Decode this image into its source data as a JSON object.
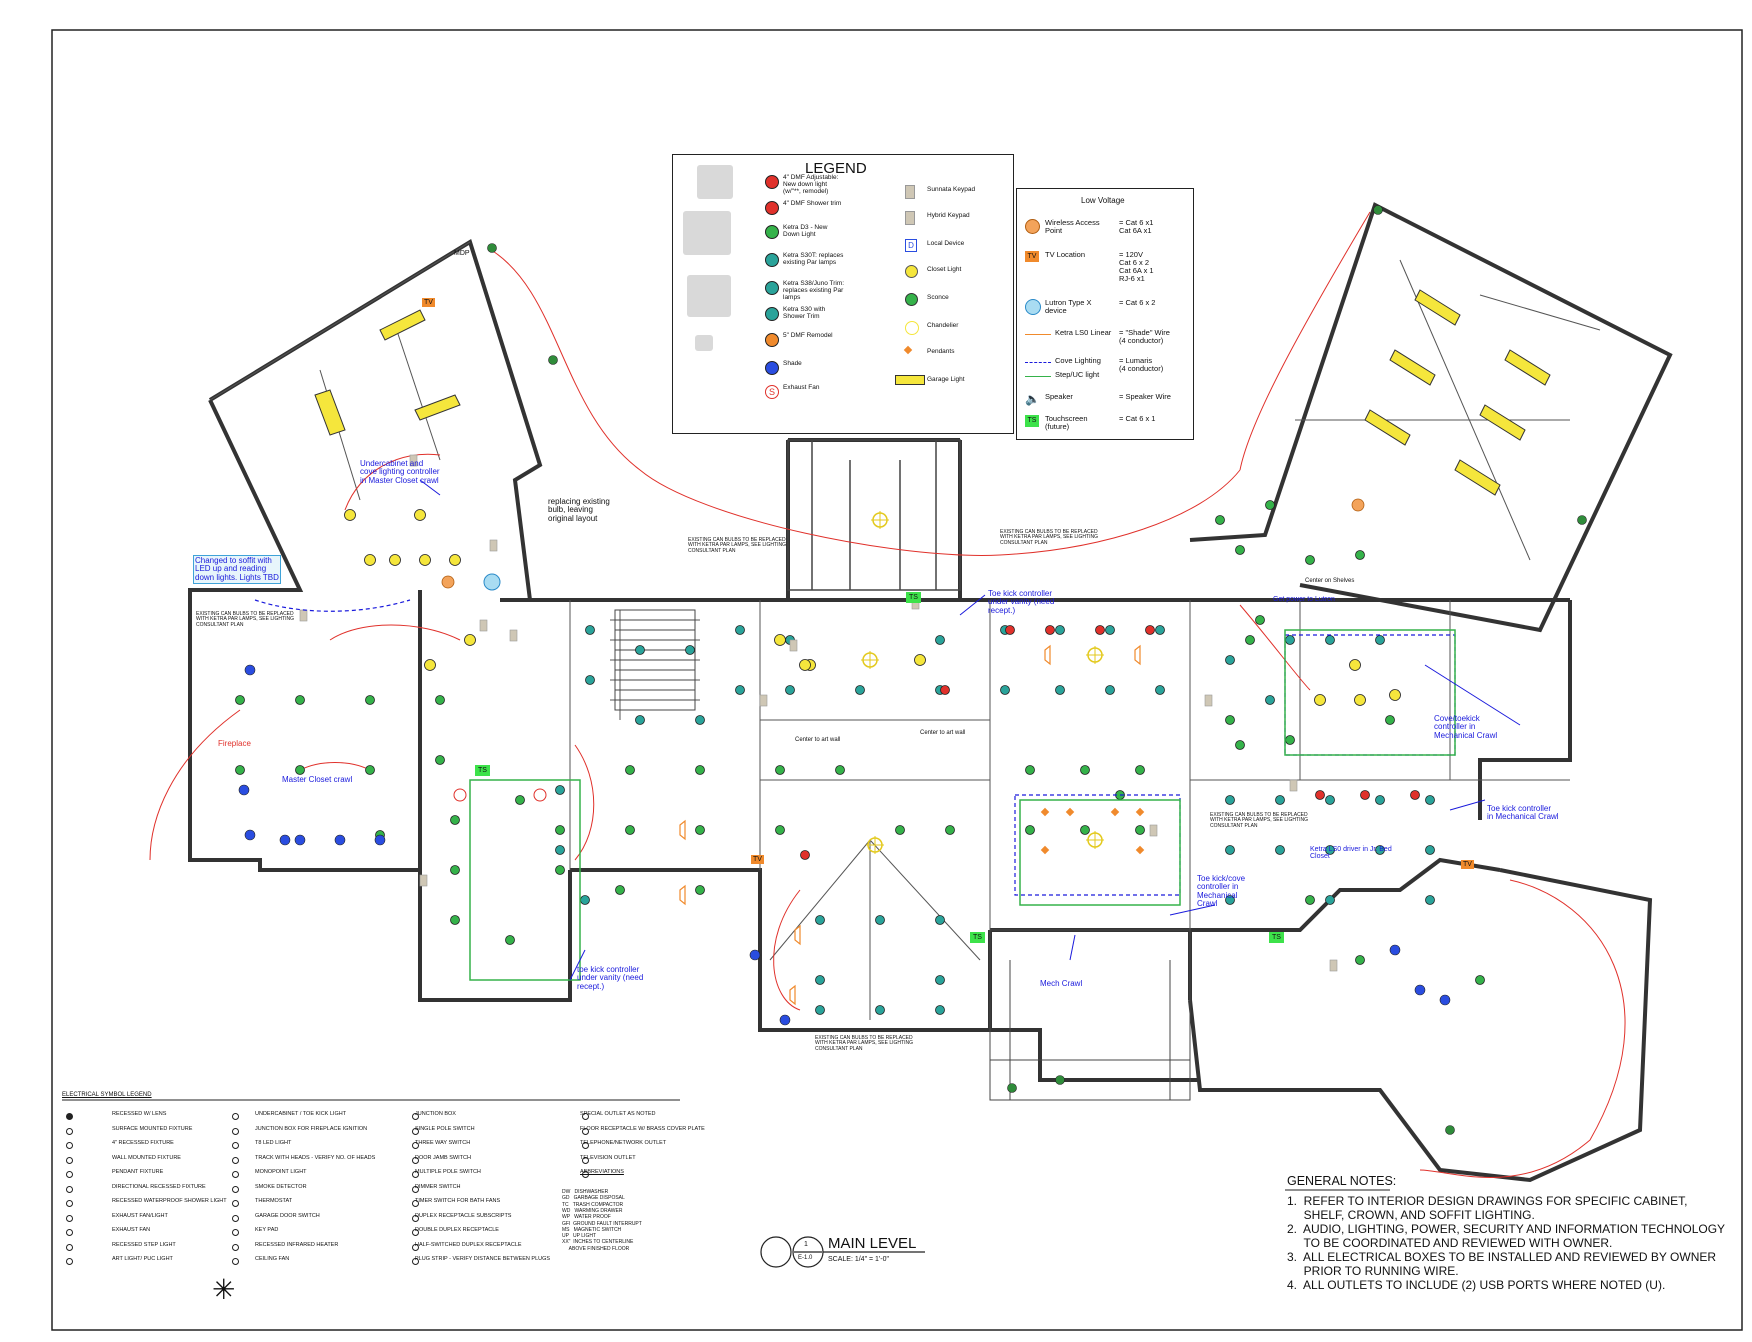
{
  "legend": {
    "title": "LEGEND",
    "left_items": [
      "4\" DMF Adjustable: New down light (w/\"**, remodel)",
      "4\" DMF Shower trim",
      "Ketra D3 - New Down Light",
      "Ketra S30T: replaces existing Par lamps",
      "Ketra S38/Juno Trim: replaces existing Par lamps",
      "Ketra S30 with Shower Trim",
      "5\" DMF Remodel",
      "Shade",
      "Exhaust Fan"
    ],
    "mid_items": [
      "Sunnata Keypad",
      "Hybrid Keypad",
      "Local Device",
      "Closet Light",
      "Sconce",
      "Chandelier",
      "Pendants",
      "Garage Light"
    ],
    "colors": {
      "red": "#e0312b",
      "green": "#35b24a",
      "teal": "#2aa39a",
      "orange": "#f08a2c",
      "yellow": "#f5e63c",
      "blue_note": "#1a1adc"
    }
  },
  "low_voltage": {
    "title": "Low Voltage",
    "rows": [
      {
        "label": "Wireless Access Point",
        "value": "= Cat 6 x1\nCat 6A x1"
      },
      {
        "label": "TV Location",
        "value": "= 120V\nCat 6 x 2\nCat 6A x 1\nRJ-6 x1"
      },
      {
        "label": "Lutron Type X device",
        "value": "= Cat 6 x 2"
      },
      {
        "label": "Ketra LS0 Linear",
        "value": "= \"Shade\" Wire\n(4 conductor)"
      },
      {
        "label": "Cove Lighting",
        "value": "= Lumaris\n(4 conductor)"
      },
      {
        "label": "Step/UC light",
        "value": ""
      },
      {
        "label": "Speaker",
        "value": "= Speaker Wire"
      },
      {
        "label": "Touchscreen (future)",
        "value": "= Cat 6 x 1"
      }
    ],
    "tv_icon": "TV",
    "ts_icon": "TS"
  },
  "annotations": {
    "mdp": "MDP",
    "changed_soffit": "Changed to soffit with LED up and reading down lights. Lights TBD",
    "under_cabinet": "Undercabinet and cove lighting controller in Master Closet crawl",
    "replacing_bulb": "replacing existing bulb, leaving original layout",
    "fireplace": "Fireplace",
    "master_closet": "Master Closet crawl",
    "toe_kick_vanity": "toe kick controller under vanity (need recept.)",
    "toe_kick_upper": "Toe kick controller under vanity (need recept.)",
    "center_shelves": "Center on Shelves",
    "cove_toekick": "Cove/toekick controller in Mechanical Crawl",
    "toe_kick_mech": "Toe kick controller in Mechanical Crawl",
    "ketra_jr": "Ketra LS0 driver in Jr. Bed Closet",
    "toe_kick_cove": "Toe kick/cove controller in Mechanical Crawl",
    "mech_crawl": "Mech Crawl",
    "get_power": "Get power to Lutron",
    "existing_can_1": "EXISTING CAN BULBS TO BE REPLACED WITH KETRA PAR LAMPS, SEE LIGHTING CONSULTANT PLAN",
    "center_art": "Center to art wall",
    "tv": "TV",
    "ts": "TS"
  },
  "symbol_legend": {
    "title": "ELECTRICAL SYMBOL LEGEND",
    "col1": [
      "RECESSED W/ LENS",
      "SURFACE MOUNTED FIXTURE",
      "4\" RECESSED FIXTURE",
      "WALL MOUNTED FIXTURE",
      "PENDANT FIXTURE",
      "DIRECTIONAL RECESSED FIXTURE",
      "RECESSED WATERPROOF SHOWER LIGHT",
      "EXHAUST FAN/LIGHT",
      "EXHAUST FAN",
      "RECESSED STEP LIGHT",
      "ART LIGHT/ PUC LIGHT"
    ],
    "col2": [
      "UNDERCABINET / TOE KICK LIGHT",
      "JUNCTION BOX FOR FIREPLACE IGNITION",
      "T8 LED LIGHT",
      "TRACK WITH HEADS - VERIFY NO. OF HEADS",
      "MONOPOINT LIGHT",
      "SMOKE DETECTOR",
      "THERMOSTAT",
      "GARAGE DOOR SWITCH",
      "KEY PAD",
      "RECESSED INFRARED HEATER",
      "CEILING FAN"
    ],
    "col3": [
      "JUNCTION BOX",
      "SINGLE POLE SWITCH",
      "THREE WAY SWITCH",
      "DOOR JAMB SWITCH",
      "MULTIPLE POLE SWITCH",
      "DIMMER SWITCH",
      "TIMER SWITCH FOR BATH FANS",
      "DUPLEX RECEPTACLE SUBSCRIPTS",
      "DOUBLE DUPLEX RECEPTACLE",
      "HALF-SWITCHED DUPLEX RECEPTACLE",
      "PLUG STRIP - VERIFY DISTANCE BETWEEN PLUGS"
    ],
    "col4": [
      "SPECIAL OUTLET AS NOTED",
      "FLOOR RECEPTACLE W/ BRASS COVER PLATE",
      "TELEPHONE/NETWORK OUTLET",
      "TELEVISION OUTLET",
      "ABBREVIATIONS"
    ],
    "abbreviations": [
      "DW   DISHWASHER",
      "GD   GARBAGE DISPOSAL",
      "TC   TRASH COMPACTOR",
      "WD   WARMING DRAWER",
      "WP   WATER PROOF",
      "GFI  GROUND FAULT INTERRUPT",
      "MS   MAGNETIC SWITCH",
      "UP   UP LIGHT",
      "XX\"  INCHES TO CENTERLINE",
      "     ABOVE FINISHED FLOOR"
    ]
  },
  "title_block": {
    "number": "1",
    "sheet": "E-1.0",
    "title": "MAIN LEVEL",
    "scale": "SCALE: 1/4\" = 1'-0\""
  },
  "general_notes": {
    "title": "GENERAL NOTES:",
    "lines": [
      "1.  REFER TO INTERIOR DESIGN DRAWINGS FOR SPECIFIC CABINET,",
      "     SHELF, CROWN, AND SOFFIT LIGHTING.",
      "2.  AUDIO, LIGHTING, POWER, SECURITY AND INFORMATION TECHNOLOGY",
      "     TO BE COORDINATED AND REVIEWED WITH OWNER.",
      "3.  ALL ELECTRICAL BOXES TO BE INSTALLED AND REVIEWED BY OWNER",
      "     PRIOR TO RUNNING WIRE.",
      "4.  ALL OUTLETS TO INCLUDE (2) USB PORTS WHERE NOTED (U)."
    ]
  }
}
